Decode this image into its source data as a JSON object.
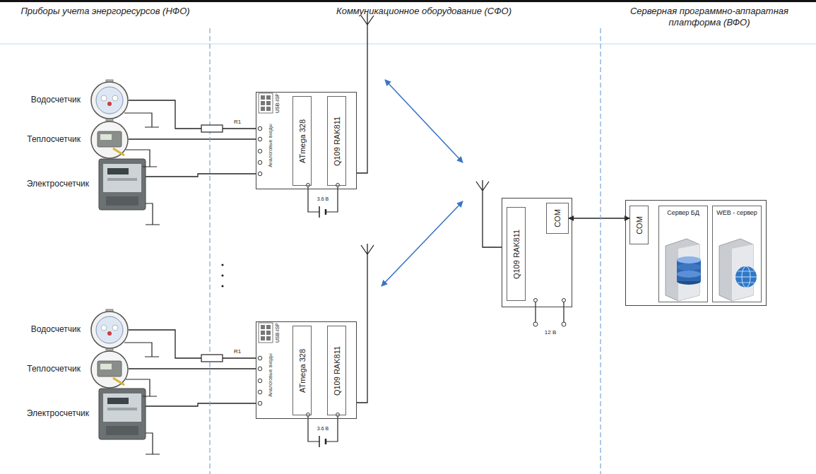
{
  "diagram": {
    "nodes": [
      {
        "text": [
          "Водосчетчик"
        ]
      },
      {
        "text": [
          "Теплосчетчик"
        ]
      },
      {
        "text": [
          "Электросчетчик"
        ]
      },
      {
        "text": [
          "Аналоговые входы"
        ]
      },
      {
        "text": [
          "ATmega 328"
        ],
        "in": 3
      },
      {
        "text": [
          "Q109 RAK811"
        ],
        "in": 3
      },
      {
        "text": [
          "Водосчетчик"
        ]
      },
      {
        "text": [
          "Теплосчетчик"
        ]
      },
      {
        "text": [
          "Электросчетчик"
        ]
      },
      {
        "text": [
          "Аналоговые входы"
        ]
      },
      {
        "text": [
          "ATmega 328"
        ],
        "in": 9
      },
      {
        "text": [
          "Q109 RAK811"
        ],
        "in": 9
      },
      {
        "text": [
          "12 В"
        ]
      },
      {
        "text": [
          "Q109 RAK811"
        ],
        "in": 12
      },
      {
        "text": [
          "COM"
        ],
        "in": 12
      },
      {
        "text": []
      },
      {
        "text": [
          "COM"
        ],
        "in": 15
      },
      {
        "text": [
          "Сервер БД"
        ],
        "in": 15
      },
      {
        "text": [
          "WEB - сервер"
        ],
        "in": 15
      }
    ],
    "edges": [
      {
        "from": 0,
        "to": 3,
        "arrow": "none"
      },
      {
        "from": 1,
        "to": 3,
        "arrow": "none"
      },
      {
        "from": 2,
        "to": 3,
        "arrow": "none"
      },
      {
        "from": 6,
        "to": 9,
        "arrow": "none"
      },
      {
        "from": 7,
        "to": 9,
        "arrow": "none"
      },
      {
        "from": 8,
        "to": 9,
        "arrow": "none"
      },
      {
        "from": 3,
        "to": 12,
        "arrow": "both"
      },
      {
        "from": 9,
        "to": 12,
        "arrow": "both"
      },
      {
        "from": 14,
        "to": 16,
        "arrow": "both"
      }
    ],
    "labels": [
      "Приборы учета энергоресурсов (НФО)",
      "Коммуникационное оборудование (СФО)",
      "Серверная программно-аппаратная платформа (ВФО)",
      "USB-ISP",
      "R1",
      "3.6 В",
      "USB-ISP",
      "R1",
      "3.6 В"
    ]
  }
}
